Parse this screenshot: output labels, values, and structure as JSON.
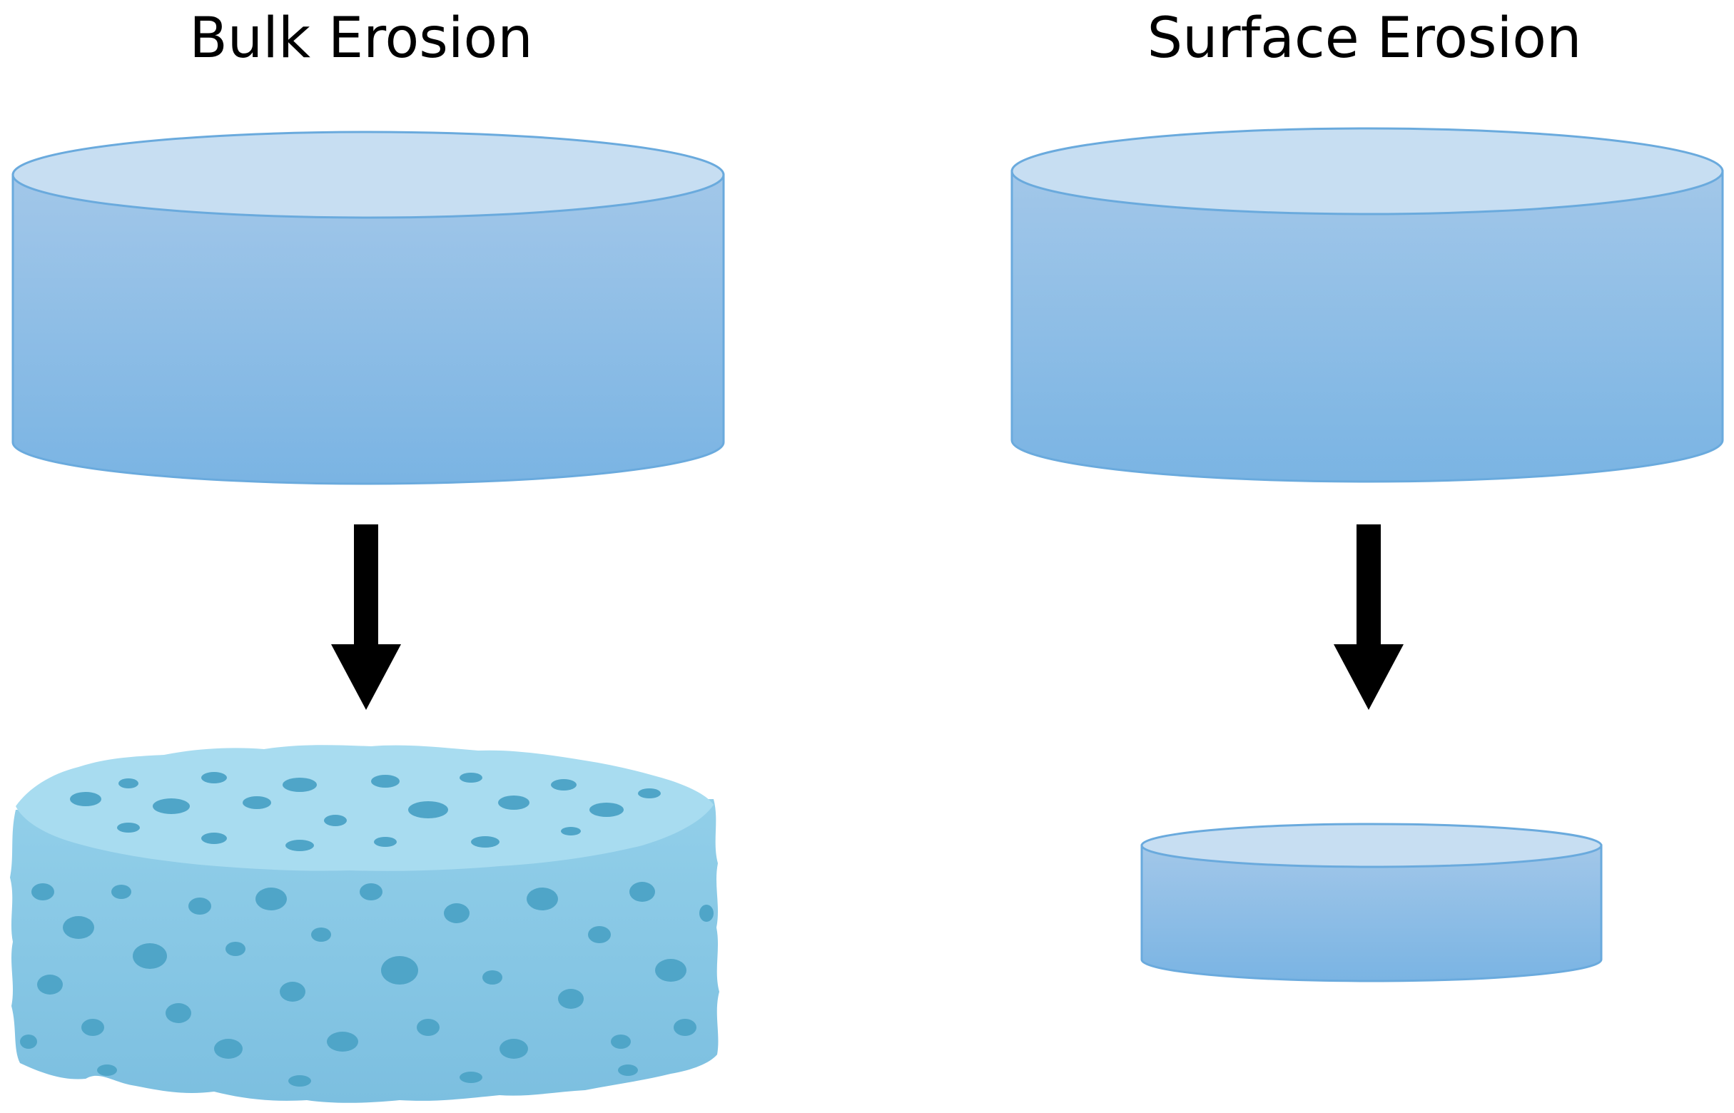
{
  "diagram": {
    "panels": [
      {
        "title": "Bulk Erosion",
        "before": "intact-cylinder",
        "after": "porous-cylinder"
      },
      {
        "title": "Surface Erosion",
        "before": "intact-cylinder",
        "after": "thinner-cylinder"
      }
    ],
    "colors": {
      "cylinder_top": "#c7def2",
      "cylinder_side_top": "#a2c7e9",
      "cylinder_side_bottom": "#7ab4e3",
      "cylinder_outline": "#6aaadd",
      "sponge_body": "#86c7e6",
      "sponge_top": "#a8dcf0",
      "sponge_pore": "#4fa5c8",
      "arrow": "#000000"
    }
  }
}
